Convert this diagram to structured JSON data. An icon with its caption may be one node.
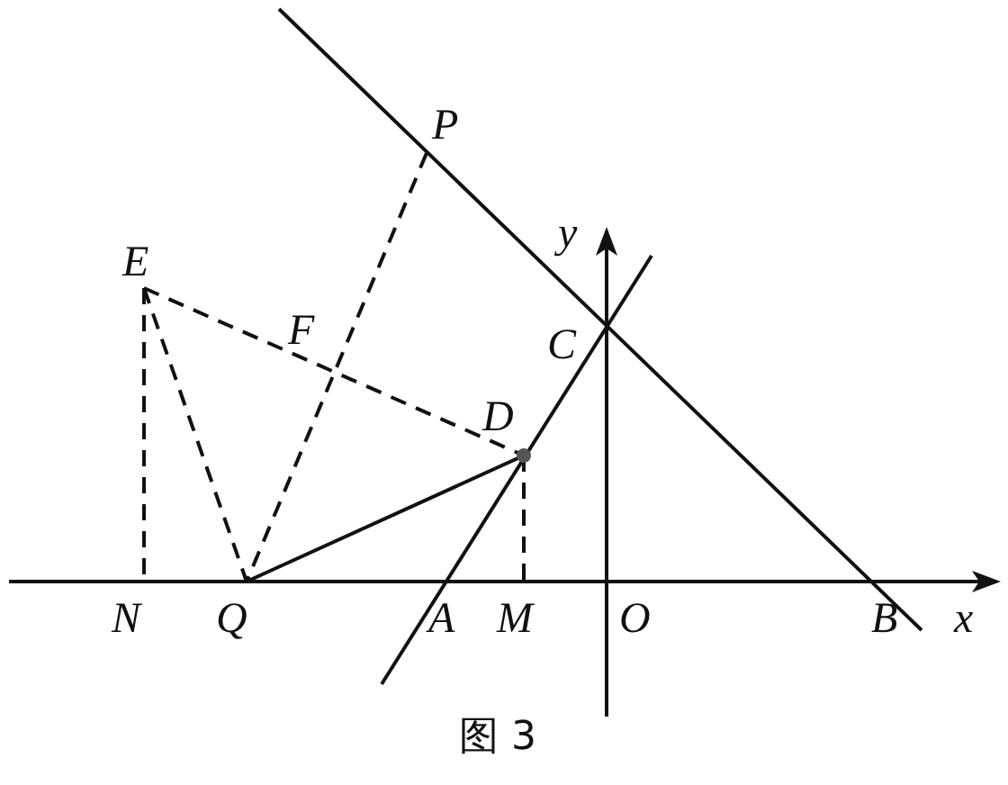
{
  "diagram": {
    "caption": "图 3",
    "labels": [
      "P",
      "E",
      "y",
      "F",
      "C",
      "D",
      "N",
      "Q",
      "A",
      "M",
      "O",
      "B",
      "x"
    ]
  }
}
